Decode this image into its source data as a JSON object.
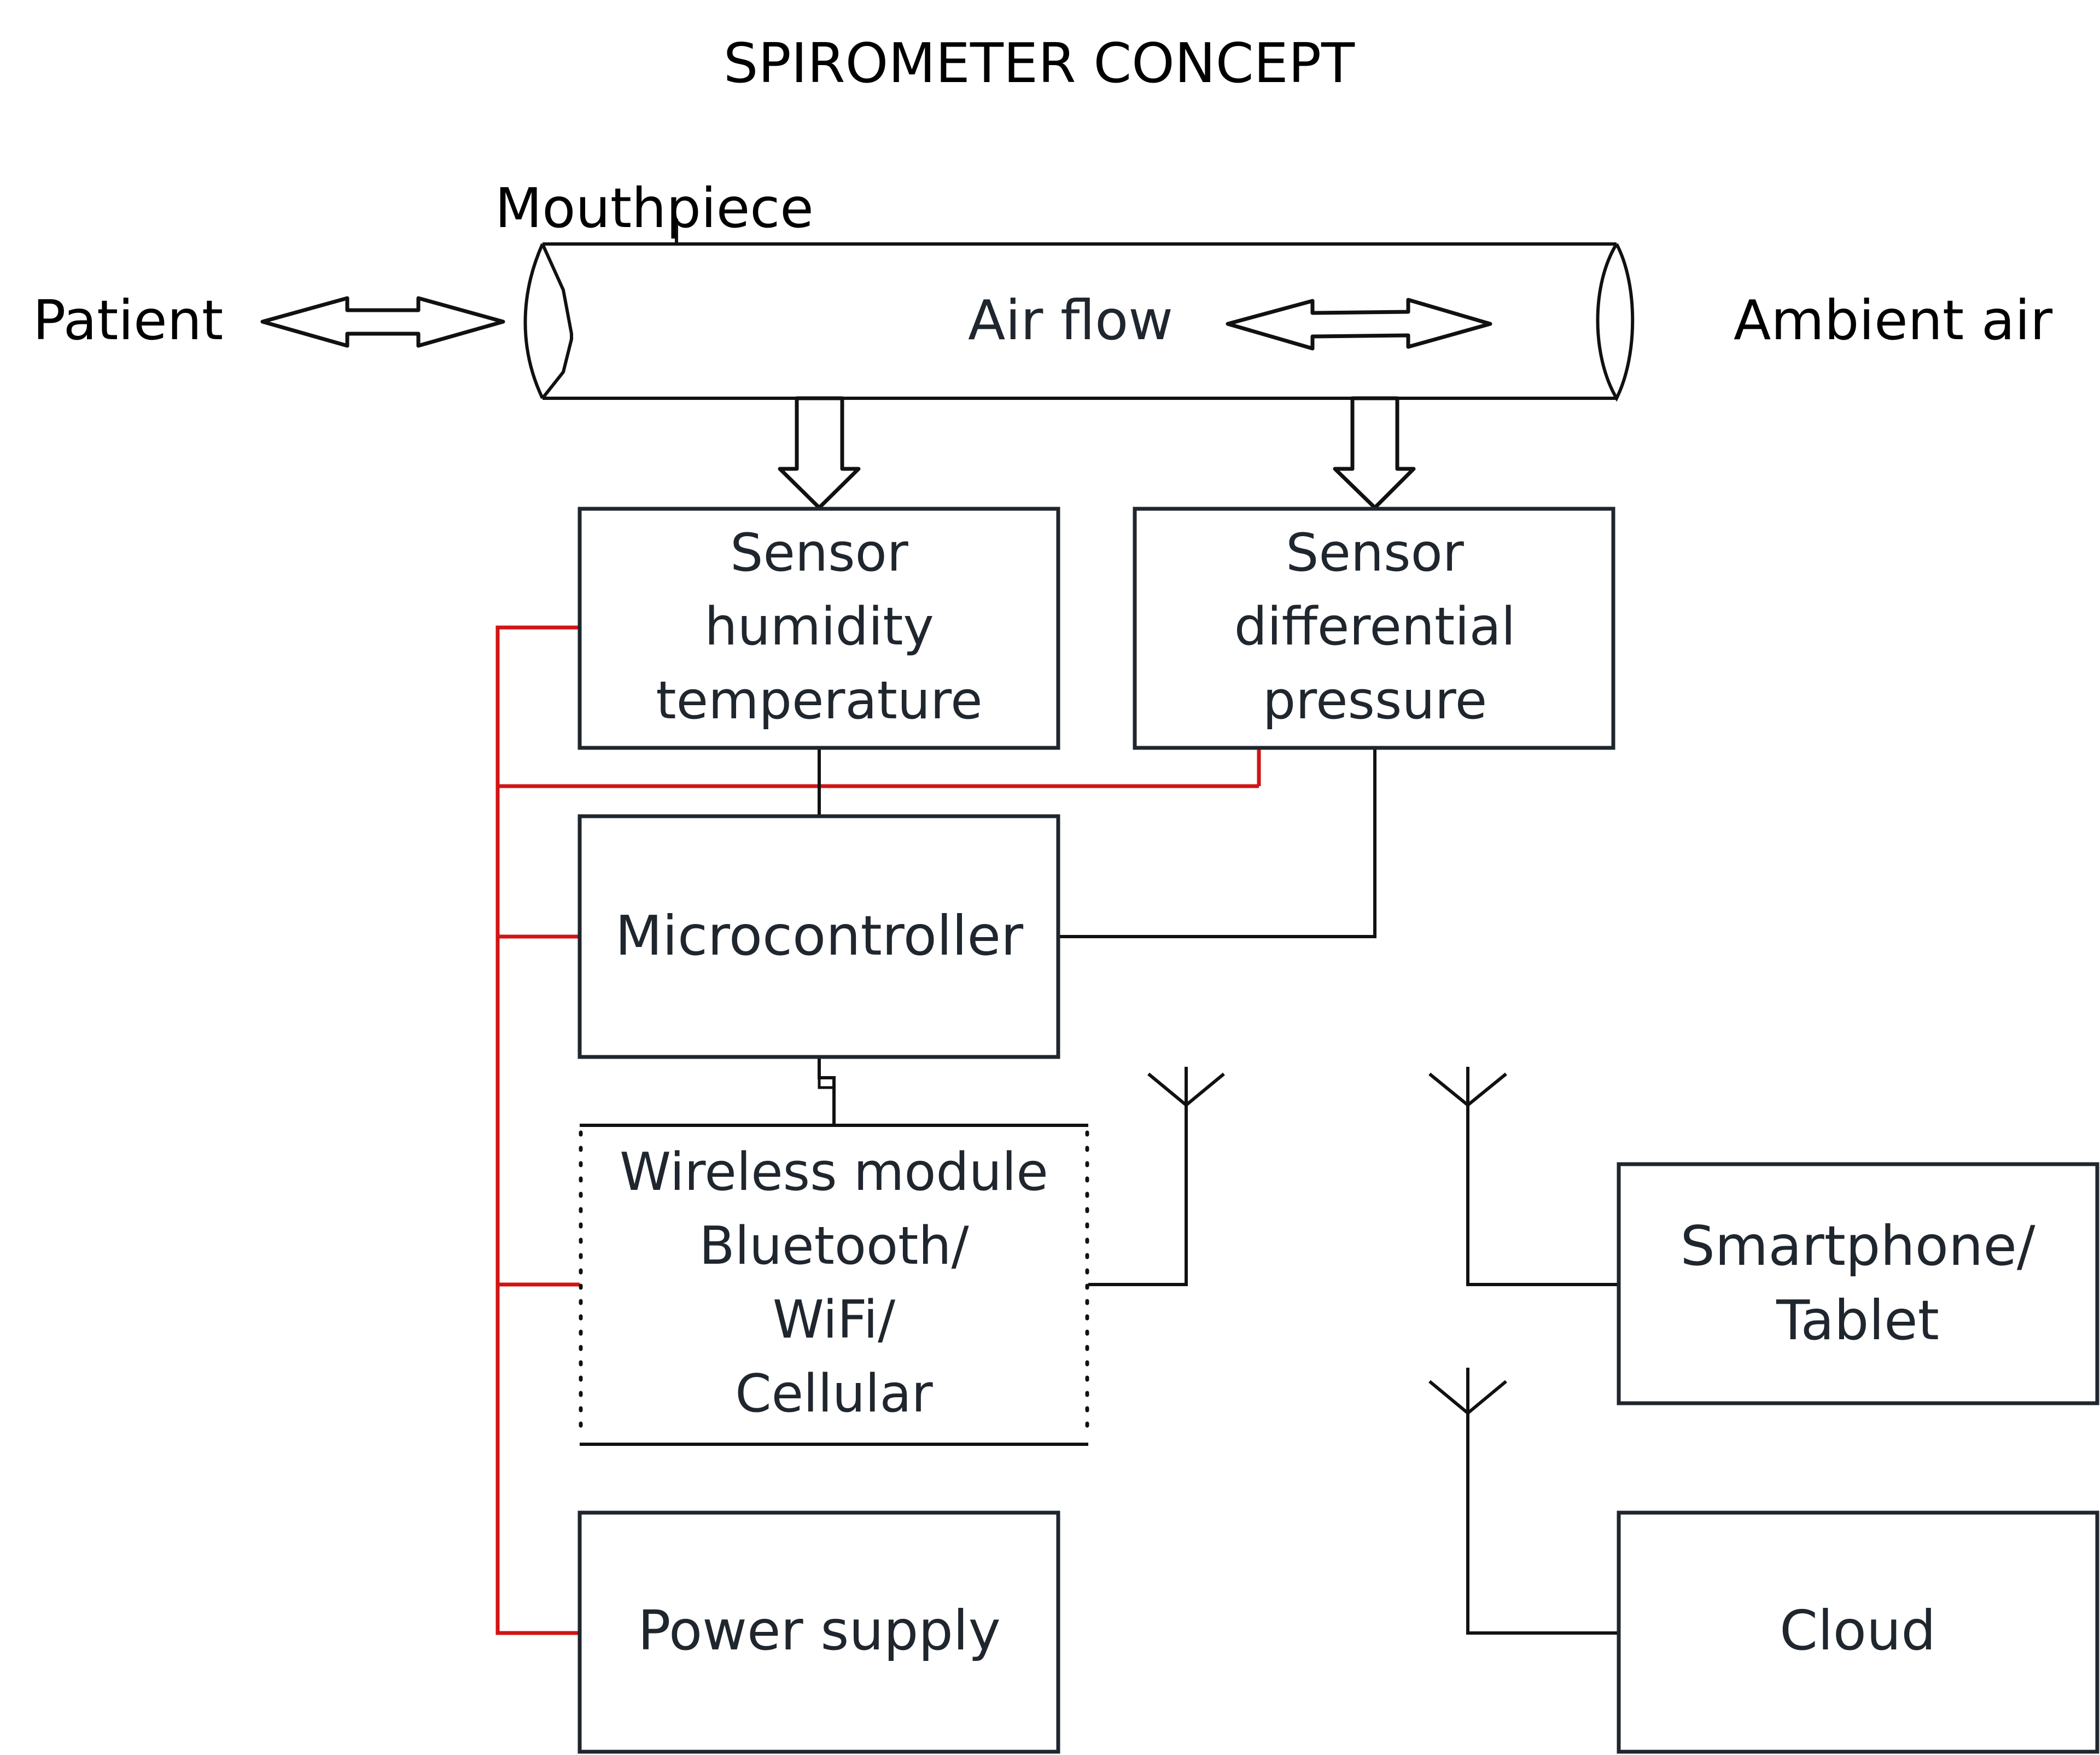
{
  "title": "SPIROMETER CONCEPT",
  "labels": {
    "mouthpiece": "Mouthpiece",
    "patient": "Patient",
    "air_flow": "Air flow",
    "ambient_air": "Ambient air"
  },
  "blocks": {
    "sensor_humidity": [
      "Sensor",
      "humidity",
      "temperature"
    ],
    "sensor_pressure": [
      "Sensor",
      "differential",
      "pressure"
    ],
    "microcontroller": [
      "Microcontroller"
    ],
    "wireless": [
      "Wireless module",
      "Bluetooth/",
      "WiFi/",
      "Cellular"
    ],
    "power": [
      "Power supply"
    ],
    "smartphone": [
      "Smartphone/",
      "Tablet"
    ],
    "cloud": [
      "Cloud"
    ]
  },
  "colors": {
    "power_line": "#d21414",
    "signal_line": "#111111",
    "text": "#1f262e"
  }
}
